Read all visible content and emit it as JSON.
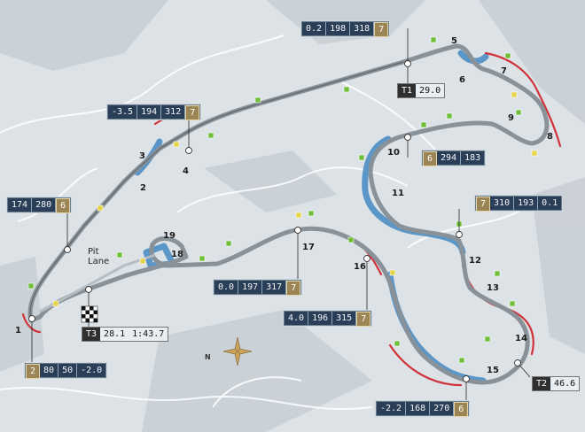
{
  "turns": [
    {
      "num": "1"
    },
    {
      "num": "2"
    },
    {
      "num": "3"
    },
    {
      "num": "4"
    },
    {
      "num": "5"
    },
    {
      "num": "6"
    },
    {
      "num": "7"
    },
    {
      "num": "8"
    },
    {
      "num": "9"
    },
    {
      "num": "10"
    },
    {
      "num": "11"
    },
    {
      "num": "12"
    },
    {
      "num": "13"
    },
    {
      "num": "14"
    },
    {
      "num": "15"
    },
    {
      "num": "16"
    },
    {
      "num": "17"
    },
    {
      "num": "18"
    },
    {
      "num": "19"
    }
  ],
  "pit": {
    "line1": "Pit",
    "line2": "Lane"
  },
  "compass": {
    "north": "N"
  },
  "telemetry": [
    {
      "a": "0.2",
      "b": "198",
      "c": "318",
      "gear": "7"
    },
    {
      "a": "-3.5",
      "b": "194",
      "c": "312",
      "gear": "7"
    },
    {
      "a": "174",
      "b": "280",
      "gear": "6"
    },
    {
      "gear": "6",
      "a": "294",
      "b": "183"
    },
    {
      "gear": "7",
      "a": "310",
      "b": "193",
      "c": "0.1"
    },
    {
      "a": "0.0",
      "b": "197",
      "c": "317",
      "gear": "7"
    },
    {
      "a": "4.0",
      "b": "196",
      "c": "315",
      "gear": "7"
    },
    {
      "gear": "2",
      "a": "80",
      "b": "50",
      "c": "-2.0"
    },
    {
      "a": "-2.2",
      "b": "168",
      "c": "270",
      "gear": "6"
    }
  ],
  "sectors": [
    {
      "key": "T1",
      "val": "29.0"
    },
    {
      "key": "T2",
      "val": "46.6"
    },
    {
      "key": "T3",
      "val": "28.1",
      "val2": "1:43.7"
    }
  ],
  "colors": {
    "track": "#808890",
    "kerb": "#d0343a",
    "runoff": "#5a96c8",
    "marker_green": "#6fbf3a",
    "marker_yellow": "#e7d44a"
  }
}
